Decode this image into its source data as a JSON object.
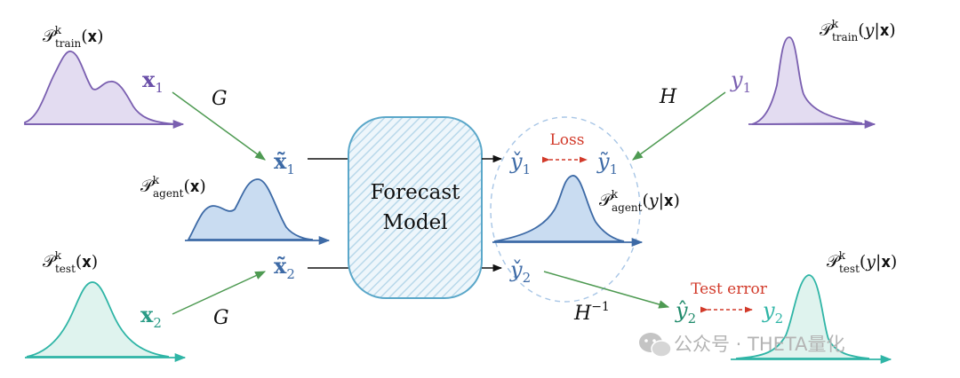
{
  "colors": {
    "train": "#7a5fb0",
    "train_fill": "#e3dcf1",
    "agent": "#3d6aa6",
    "agent_fill": "#c9dcf1",
    "test": "#2fb5a6",
    "test_fill": "#dff3ee",
    "green_arrow": "#4e9a52",
    "loss_red": "#d23a2a",
    "model_border": "#5aa7c9",
    "watermark": "#b9b9b9"
  },
  "distributions": {
    "train_x": {
      "P": "𝒫",
      "sup": "k",
      "sub": "train",
      "arg": "(𝐱)"
    },
    "agent_x": {
      "P": "𝒫",
      "sup": "k",
      "sub": "agent",
      "arg": "(𝐱)"
    },
    "test_x": {
      "P": "𝒫",
      "sup": "k",
      "sub": "test",
      "arg": "(𝐱)"
    },
    "train_y": {
      "P": "𝒫",
      "sup": "k",
      "sub": "train",
      "arg": "(𝑦|𝐱)"
    },
    "agent_y": {
      "P": "𝒫",
      "sup": "k",
      "sub": "agent",
      "arg": "(𝑦|𝐱)"
    },
    "test_y": {
      "P": "𝒫",
      "sup": "k",
      "sub": "test",
      "arg": "(𝑦|𝐱)"
    }
  },
  "variables": {
    "x1": {
      "base": "𝐱",
      "sub": "1"
    },
    "x2": {
      "base": "𝐱",
      "sub": "2"
    },
    "x1_tilde": {
      "base": "𝐱̃",
      "sub": "1"
    },
    "x2_tilde": {
      "base": "𝐱̃",
      "sub": "2"
    },
    "y1": {
      "base": "𝑦",
      "sub": "1"
    },
    "y1_tilde": {
      "base": "𝑦̃",
      "sub": "1"
    },
    "y1_check": {
      "base": "𝑦̌",
      "sub": "1"
    },
    "y2_check": {
      "base": "𝑦̌",
      "sub": "2"
    },
    "y2_hat": {
      "base": "𝑦̂",
      "sub": "2"
    },
    "y2": {
      "base": "𝑦",
      "sub": "2"
    }
  },
  "operators": {
    "G_top": "𝐺",
    "G_bottom": "𝐺",
    "H": "𝐻",
    "H_inv": {
      "base": "𝐻",
      "sup": "−1"
    }
  },
  "model": {
    "line1": "Forecast",
    "line2": "Model"
  },
  "labels": {
    "loss": "Loss",
    "test_error": "Test error"
  },
  "watermark": {
    "text": "公众号 · THETA量化",
    "icon": "wechat-icon"
  }
}
